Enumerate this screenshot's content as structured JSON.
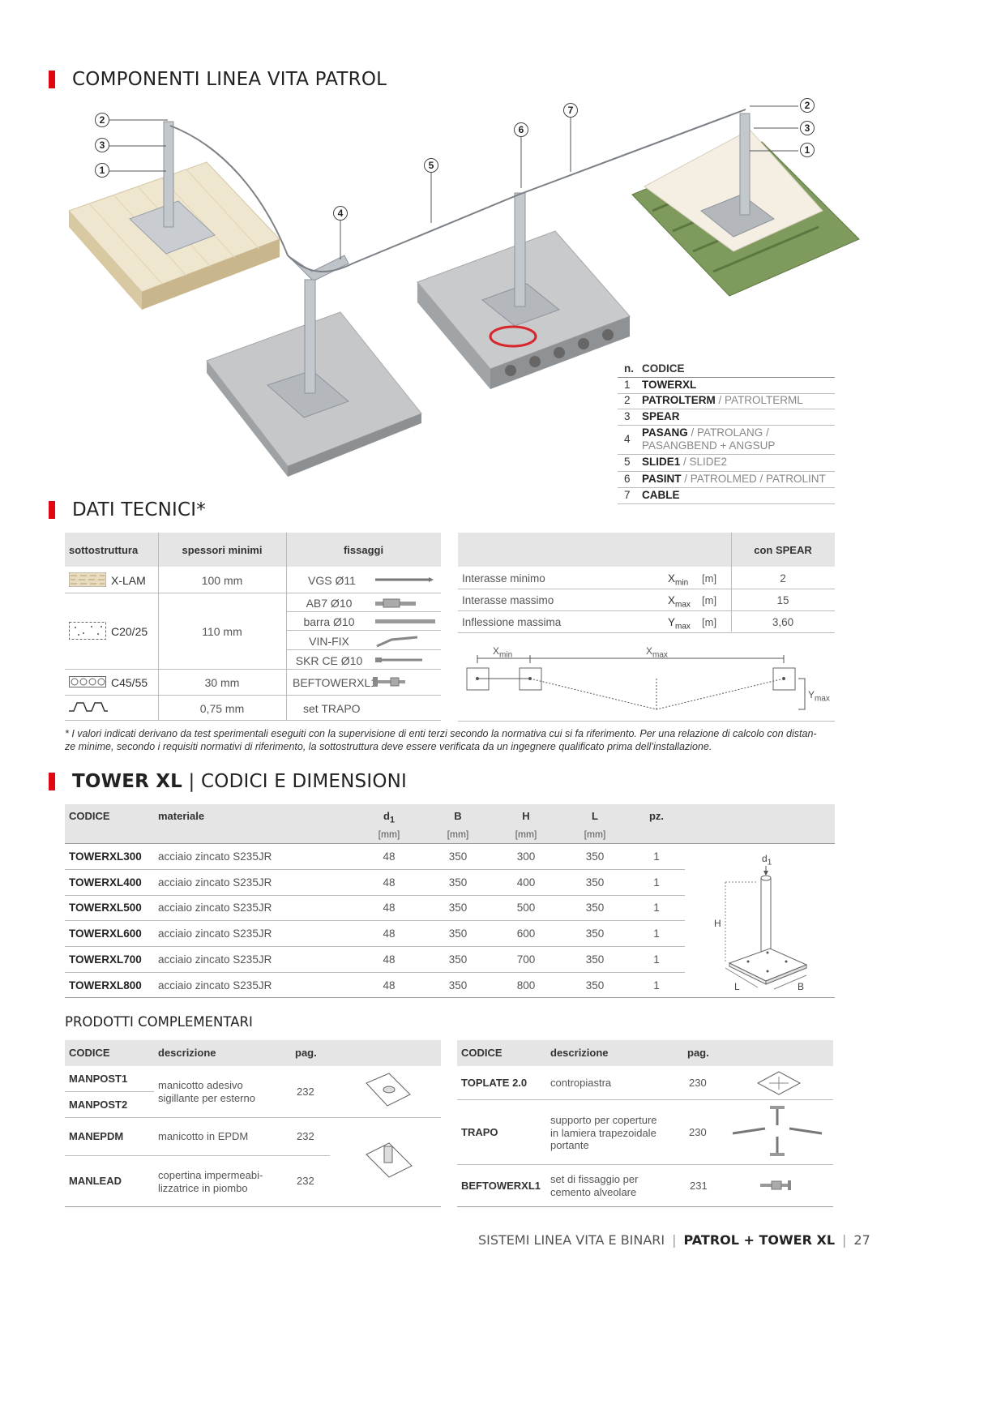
{
  "section1": {
    "title": "COMPONENTI LINEA VITA PATROL"
  },
  "components_table": {
    "header_n": "n.",
    "header_code": "CODICE",
    "rows": [
      {
        "n": "1",
        "parts": [
          {
            "t": "TOWERXL",
            "b": true
          }
        ]
      },
      {
        "n": "2",
        "parts": [
          {
            "t": "PATROLTERM",
            "b": true
          },
          {
            "t": " / PATROLTERML",
            "b": false
          }
        ]
      },
      {
        "n": "3",
        "parts": [
          {
            "t": "SPEAR",
            "b": true
          }
        ]
      },
      {
        "n": "4",
        "parts": [
          {
            "t": "PASANG",
            "b": true
          },
          {
            "t": " / PATROLANG /",
            "b": false
          }
        ],
        "line2": "PASANGBEND + ANGSUP"
      },
      {
        "n": "5",
        "parts": [
          {
            "t": "SLIDE1",
            "b": true
          },
          {
            "t": " / SLIDE2",
            "b": false
          }
        ]
      },
      {
        "n": "6",
        "parts": [
          {
            "t": "PASINT",
            "b": true
          },
          {
            "t": " / PATROLMED / PATROLINT",
            "b": false
          }
        ]
      },
      {
        "n": "7",
        "parts": [
          {
            "t": "CABLE",
            "b": true
          }
        ]
      }
    ]
  },
  "callouts": [
    "1",
    "2",
    "3",
    "4",
    "5",
    "6",
    "7"
  ],
  "section2": {
    "title": "DATI TECNICI*"
  },
  "tech_table": {
    "headers": [
      "sottostruttura",
      "spessori minimi",
      "fissaggi"
    ],
    "xlam": {
      "name": "X-LAM",
      "thickness": "100 mm",
      "fix": "VGS Ø11"
    },
    "c2025": {
      "name": "C20/25",
      "thickness": "110 mm",
      "fixes": [
        "AB7 Ø10",
        "barra Ø10",
        "VIN-FIX",
        "SKR CE Ø10"
      ]
    },
    "c4555": {
      "name": "C45/55",
      "thickness": "30 mm",
      "fix": "BEFTOWERXL1"
    },
    "trapo": {
      "thickness": "0,75 mm",
      "fix": "set TRAPO"
    }
  },
  "spacing_table": {
    "header": "con SPEAR",
    "rows": [
      {
        "label": "Interasse minimo",
        "sym": "X",
        "sub": "min",
        "unit": "[m]",
        "value": "2"
      },
      {
        "label": "Interasse massimo",
        "sym": "X",
        "sub": "max",
        "unit": "[m]",
        "value": "15"
      },
      {
        "label": "Inflessione massima",
        "sym": "Y",
        "sub": "max",
        "unit": "[m]",
        "value": "3,60"
      }
    ],
    "diagram": {
      "xmin_sym": "X",
      "xmin_sub": "min",
      "xmax_sym": "X",
      "xmax_sub": "max",
      "ymax_sym": "Y",
      "ymax_sub": "max"
    }
  },
  "footnote": {
    "line1": "* I valori indicati derivano da test sperimentali eseguiti con la supervisione di enti terzi secondo la normativa cui si fa riferimento. Per una relazione di calcolo con distan-",
    "line2": "ze minime, secondo i requisiti normativi di riferimento, la sottostruttura deve essere verificata da un ingegnere qualificato prima dell’installazione."
  },
  "section3": {
    "title_bold": "TOWER XL",
    "sep": " | ",
    "title_rest": "CODICI E DIMENSIONI"
  },
  "tower_table": {
    "headers": {
      "code": "CODICE",
      "material": "materiale",
      "d1_sym": "d",
      "d1_sub": "1",
      "b": "B",
      "h": "H",
      "l": "L",
      "pz": "pz.",
      "unit": "[mm]"
    },
    "rows": [
      {
        "code": "TOWERXL300",
        "material": "acciaio zincato S235JR",
        "d1": "48",
        "b": "350",
        "h": "300",
        "l": "350",
        "pz": "1"
      },
      {
        "code": "TOWERXL400",
        "material": "acciaio zincato S235JR",
        "d1": "48",
        "b": "350",
        "h": "400",
        "l": "350",
        "pz": "1"
      },
      {
        "code": "TOWERXL500",
        "material": "acciaio zincato S235JR",
        "d1": "48",
        "b": "350",
        "h": "500",
        "l": "350",
        "pz": "1"
      },
      {
        "code": "TOWERXL600",
        "material": "acciaio zincato S235JR",
        "d1": "48",
        "b": "350",
        "h": "600",
        "l": "350",
        "pz": "1"
      },
      {
        "code": "TOWERXL700",
        "material": "acciaio zincato S235JR",
        "d1": "48",
        "b": "350",
        "h": "700",
        "l": "350",
        "pz": "1"
      },
      {
        "code": "TOWERXL800",
        "material": "acciaio zincato S235JR",
        "d1": "48",
        "b": "350",
        "h": "800",
        "l": "350",
        "pz": "1"
      }
    ],
    "drawing": {
      "d1_sym": "d",
      "d1_sub": "1",
      "h": "H",
      "l": "L",
      "b": "B"
    }
  },
  "section4": {
    "title": "PRODOTTI COMPLEMENTARI"
  },
  "comp_left": {
    "headers": [
      "CODICE",
      "descrizione",
      "pag."
    ],
    "manpost1": "MANPOST1",
    "manpost2": "MANPOST2",
    "manpost_desc1": "manicotto adesivo",
    "manpost_desc2": "sigillante per esterno",
    "manpost_page": "232",
    "manepdm": "MANEPDM",
    "manepdm_desc": "manicotto in EPDM",
    "manepdm_page": "232",
    "manlead": "MANLEAD",
    "manlead_desc1": "copertina impermeabi-",
    "manlead_desc2": "lizzatrice in piombo",
    "manlead_page": "232"
  },
  "comp_right": {
    "headers": [
      "CODICE",
      "descrizione",
      "pag."
    ],
    "toplate": "TOPLATE 2.0",
    "toplate_desc": "contropiastra",
    "toplate_page": "230",
    "trapo": "TRAPO",
    "trapo_desc1": "supporto per coperture",
    "trapo_desc2": "in lamiera trapezoidale",
    "trapo_desc3": "portante",
    "trapo_page": "230",
    "beft": "BEFTOWERXL1",
    "beft_desc1": "set di fissaggio per",
    "beft_desc2": "cemento alveolare",
    "beft_page": "231"
  },
  "footer": {
    "left": "SISTEMI LINEA VITA E BINARI",
    "sep": "|",
    "bold": "PATROL + TOWER XL",
    "sep2": "|",
    "page": "27"
  },
  "colors": {
    "accent": "#e30613",
    "header_bg": "#e5e5e5"
  }
}
